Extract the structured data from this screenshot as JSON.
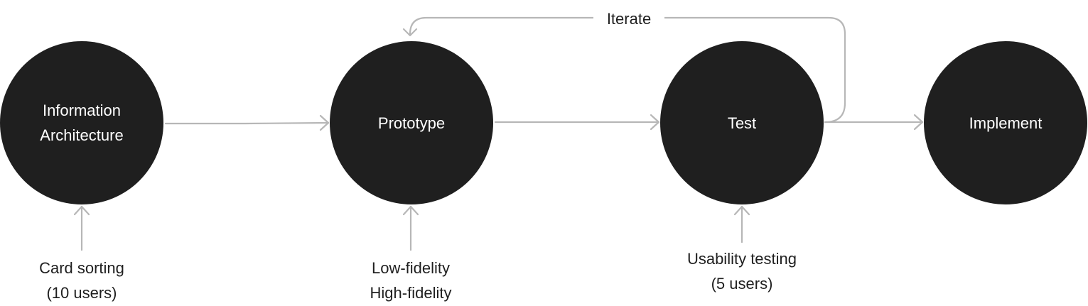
{
  "diagram": {
    "nodes": [
      {
        "id": "information-architecture",
        "label": "Information\nArchitecture"
      },
      {
        "id": "prototype",
        "label": "Prototype"
      },
      {
        "id": "test",
        "label": "Test"
      },
      {
        "id": "implement",
        "label": "Implement"
      }
    ],
    "inputs": [
      {
        "target": "information-architecture",
        "label": "Card sorting\n(10 users)"
      },
      {
        "target": "prototype",
        "label": "Low-fidelity\nHigh-fidelity"
      },
      {
        "target": "test",
        "label": "Usability testing\n(5 users)"
      }
    ],
    "loop": {
      "from": "test",
      "to": "prototype",
      "label": "Iterate"
    },
    "colors": {
      "node_fill": "#1f1f1f",
      "node_text": "#ffffff",
      "arrow": "#b7b7b7",
      "label_text": "#1f1f1f",
      "background": "#ffffff"
    }
  }
}
